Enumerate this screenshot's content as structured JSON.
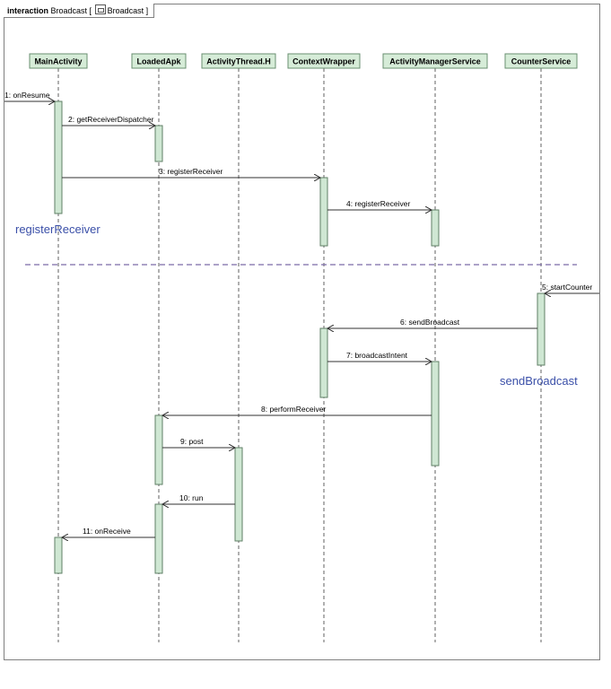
{
  "frame": {
    "keyword": "interaction",
    "name": "Broadcast [",
    "ref": "Broadcast",
    "close": "]"
  },
  "lifelines": [
    {
      "name": "MainActivity"
    },
    {
      "name": "LoadedApk"
    },
    {
      "name": "ActivityThread.H"
    },
    {
      "name": "ContextWrapper"
    },
    {
      "name": "ActivityManagerService"
    },
    {
      "name": "CounterService"
    }
  ],
  "messages": [
    {
      "label": "1: onResume"
    },
    {
      "label": "2: getReceiverDispatcher"
    },
    {
      "label": "3: registerReceiver"
    },
    {
      "label": "4: registerReceiver"
    },
    {
      "label": "5: startCounter"
    },
    {
      "label": "6: sendBroadcast"
    },
    {
      "label": "7: broadcastIntent"
    },
    {
      "label": "8: performReceiver"
    },
    {
      "label": "9: post"
    },
    {
      "label": "10: run"
    },
    {
      "label": "11: onReceive"
    }
  ],
  "notes": [
    {
      "text": "registerReceiver"
    },
    {
      "text": "sendBroadcast"
    }
  ],
  "colors": {
    "lifeline_head_fill": "#d6ecd8",
    "lifeline_head_border": "#6a8f70",
    "activation_fill": "#cfe7d3",
    "activation_border": "#5f7f66",
    "arrow": "#303030",
    "separator": "#7a6aa8",
    "note_text": "#3a4fa8"
  }
}
